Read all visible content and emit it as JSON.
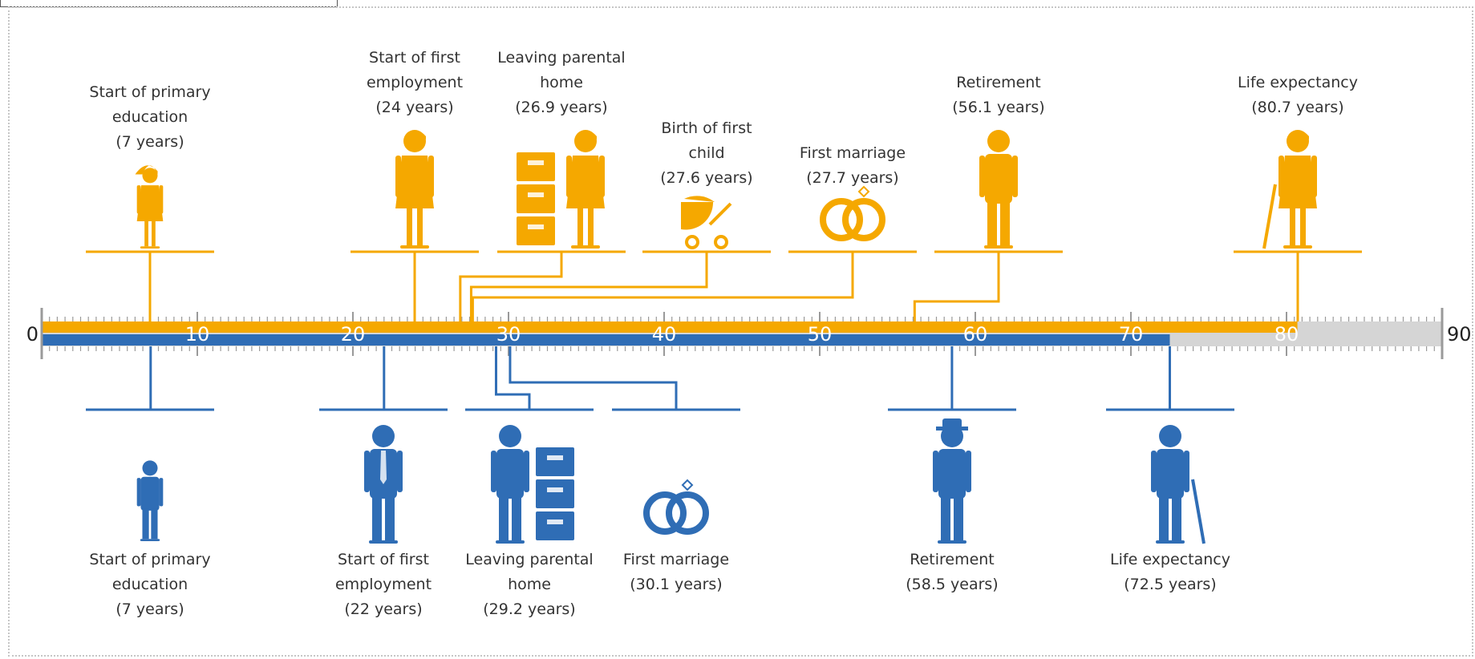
{
  "colors": {
    "female": "#F5A800",
    "male": "#2F6DB5",
    "grey": "#D5D5D5",
    "text": "#333333"
  },
  "axis": {
    "min": 0,
    "max": 90,
    "ticks": [
      "0",
      "10",
      "20",
      "30",
      "40",
      "50",
      "60",
      "70",
      "80",
      "90"
    ]
  },
  "chart_data": {
    "type": "timeline",
    "female_total": 80.7,
    "male_total": 72.5,
    "female": [
      {
        "icon": "girl-icon",
        "age": 7,
        "lines": [
          "Start of primary",
          "education",
          "(7 years)"
        ]
      },
      {
        "icon": "businesswoman-icon",
        "age": 24,
        "lines": [
          "Start of first",
          "employment",
          "(24 years)"
        ]
      },
      {
        "icon": "woman-with-boxes-icon",
        "age": 26.9,
        "lines": [
          "Leaving parental",
          "home",
          "(26.9 years)"
        ]
      },
      {
        "icon": "pram-icon",
        "age": 27.6,
        "lines": [
          "Birth of first",
          "child",
          "(27.6 years)"
        ]
      },
      {
        "icon": "rings-icon",
        "age": 27.7,
        "lines": [
          "First marriage",
          "(27.7 years)"
        ]
      },
      {
        "icon": "retired-woman-icon",
        "age": 56.1,
        "lines": [
          "Retirement",
          "(56.1 years)"
        ]
      },
      {
        "icon": "old-woman-icon",
        "age": 80.7,
        "lines": [
          "Life expectancy",
          "(80.7 years)"
        ]
      }
    ],
    "male": [
      {
        "icon": "boy-icon",
        "age": 7,
        "lines": [
          "Start of primary",
          "education",
          "(7 years)"
        ]
      },
      {
        "icon": "businessman-icon",
        "age": 22,
        "lines": [
          "Start of first",
          "employment",
          "(22 years)"
        ]
      },
      {
        "icon": "man-with-boxes-icon",
        "age": 29.2,
        "lines": [
          "Leaving parental",
          "home",
          "(29.2 years)"
        ]
      },
      {
        "icon": "rings-icon",
        "age": 30.1,
        "lines": [
          "First marriage",
          "(30.1 years)"
        ]
      },
      {
        "icon": "retired-man-icon",
        "age": 58.5,
        "lines": [
          "Retirement",
          "(58.5 years)"
        ]
      },
      {
        "icon": "old-man-icon",
        "age": 72.5,
        "lines": [
          "Life expectancy",
          "(72.5 years)"
        ]
      }
    ]
  }
}
